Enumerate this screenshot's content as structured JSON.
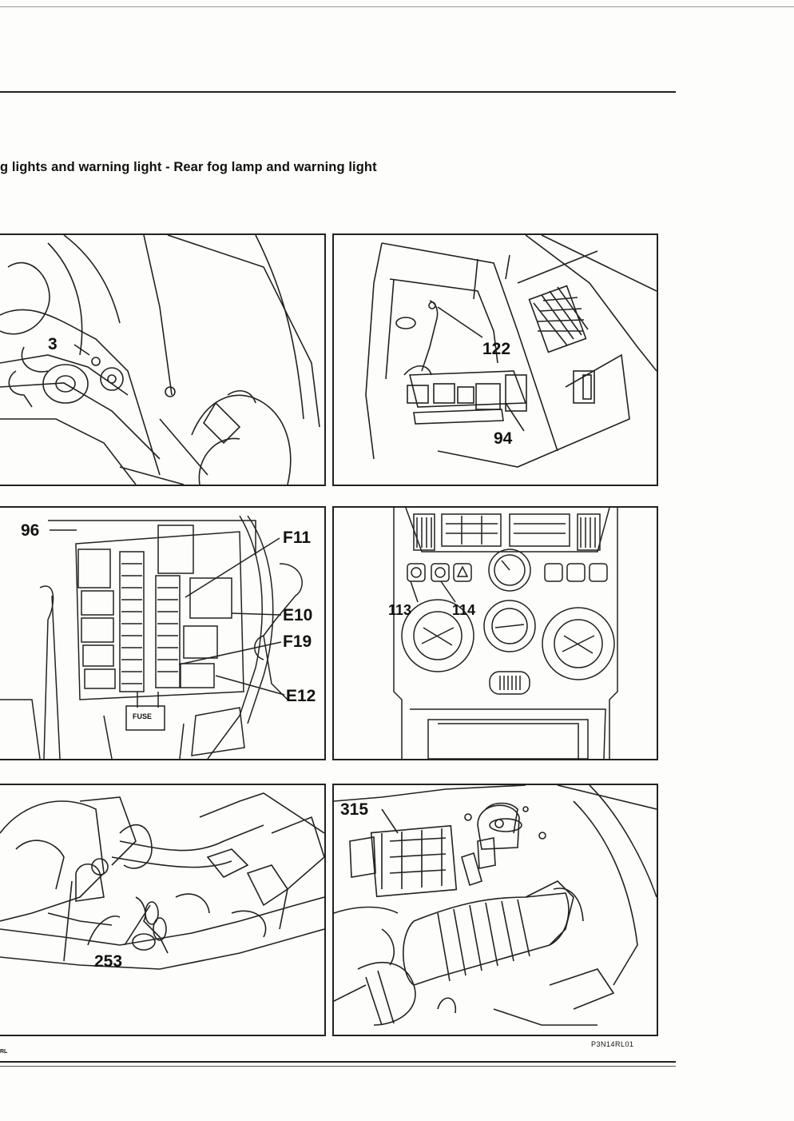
{
  "page": {
    "title": "g lights and warning light - Rear fog lamp and warning light",
    "figure_code": "P3N14RL01",
    "footer_left": "RL"
  },
  "panels": [
    {
      "id": "p1",
      "callouts": [
        "3"
      ]
    },
    {
      "id": "p2",
      "callouts": [
        "122",
        "94"
      ]
    },
    {
      "id": "p3",
      "callouts": [
        "96",
        "F11",
        "E10",
        "F19",
        "E12"
      ],
      "fuse_box_label": "FUSE"
    },
    {
      "id": "p4",
      "callouts": [
        "113",
        "114"
      ]
    },
    {
      "id": "p5",
      "callouts": [
        "253"
      ]
    },
    {
      "id": "p6",
      "callouts": [
        "315"
      ]
    }
  ]
}
